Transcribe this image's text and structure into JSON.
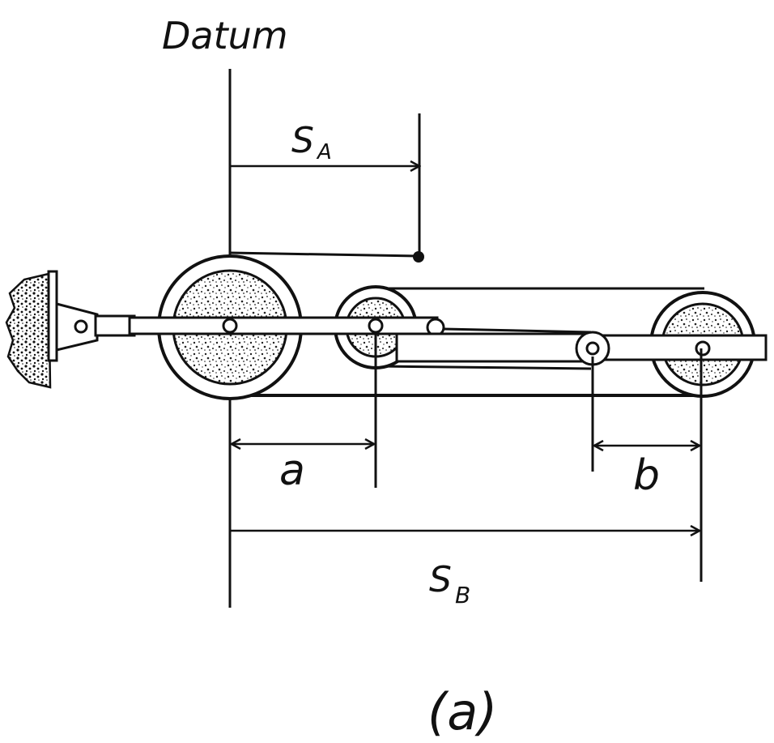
{
  "labels": {
    "datum": "Datum",
    "s_a_main": "S",
    "s_a_sub": "A",
    "dim_a": "a",
    "dim_b": "b",
    "s_b_main": "S",
    "s_b_sub": "B",
    "caption": "(a)"
  },
  "colors": {
    "ink": "#111111",
    "paper": "#ffffff"
  },
  "icons": {
    "wall": "rough-wall-support",
    "pulley": "speckled-pulley",
    "pin": "pin-joint"
  }
}
